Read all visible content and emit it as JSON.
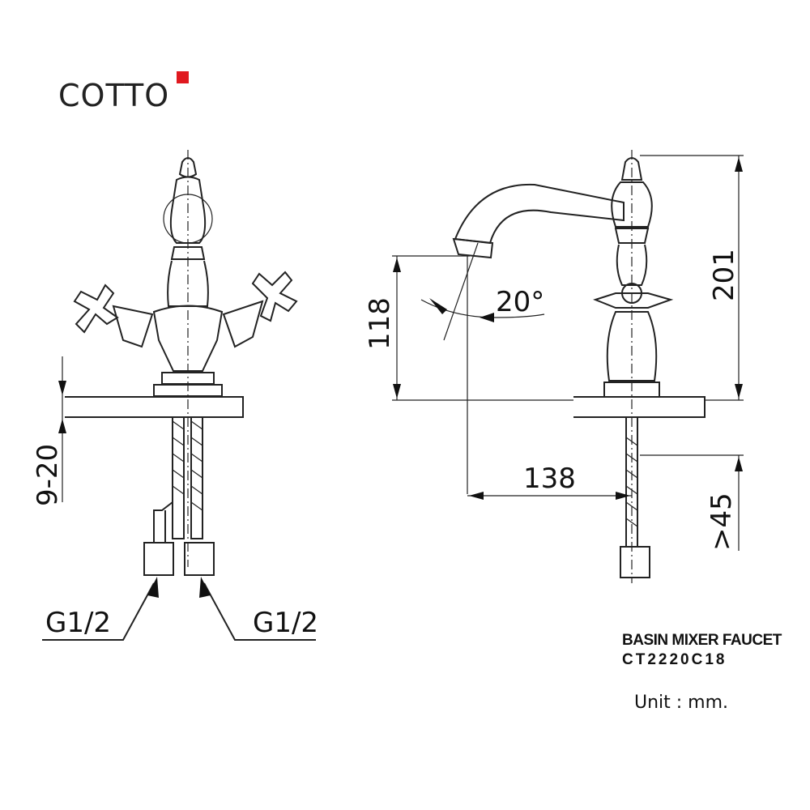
{
  "brand": {
    "logo": "COTTO",
    "accent": "#e0191f"
  },
  "product": {
    "title": "BASIN MIXER FAUCET",
    "model": "CT2220C18",
    "unit": "Unit : mm."
  },
  "dimensions": {
    "deck_thickness": "9-20",
    "inlet_left": "G1/2",
    "inlet_right": "G1/2",
    "spout_height": "118",
    "total_height": "201",
    "spout_angle": "20°",
    "spout_reach": "138",
    "hose_clearance": ">45"
  }
}
